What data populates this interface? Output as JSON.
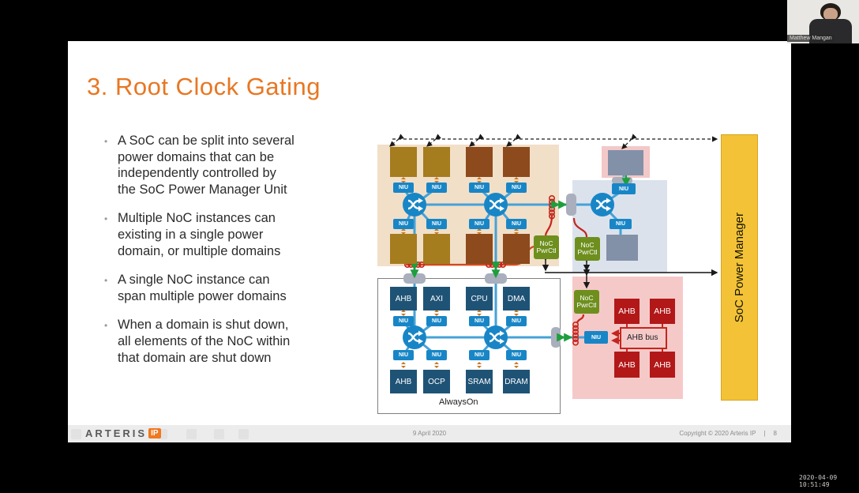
{
  "window": {
    "participant_name": "Matthew Mangan",
    "timestamp_overlay": "2020-04-09 10:51:49"
  },
  "slide": {
    "title": "3. Root Clock Gating",
    "bullets": [
      "A SoC can be split into several power domains that can be independently controlled by the SoC Power Manager Unit",
      "Multiple NoC instances can existing in a single power domain, or multiple domains",
      "A single NoC instance can span multiple power domains",
      "When a domain is shut down, all elements of the NoC within that domain are shut down"
    ],
    "footer": {
      "logo_text": "ARTERIS",
      "logo_badge": "IP",
      "date": "9 April 2020",
      "copyright": "Copyright © 2020 Arteris IP",
      "separator": "|",
      "page_number": "8"
    }
  },
  "diagram": {
    "labels": {
      "niu": "NIU",
      "pwrctl_line1": "NoC",
      "pwrctl_line2": "PwrCtl",
      "soc_power_manager": "SoC Power Manager"
    },
    "always_on": {
      "label": "AlwaysOn",
      "top_row": [
        "AHB",
        "AXI",
        "CPU",
        "DMA"
      ],
      "bottom_row": [
        "AHB",
        "OCP",
        "SRAM",
        "DRAM"
      ]
    },
    "ahb_domain": {
      "bus_label": "AHB bus",
      "blocks": [
        "AHB",
        "AHB",
        "AHB",
        "AHB"
      ]
    },
    "icons": {
      "switch": "crossbar-shuffle-icon",
      "clock_gate": "red-coil-icon",
      "power_link": "double-arrow-icon"
    },
    "colors": {
      "title_orange": "#E87722",
      "tan_domain": "#F2DFC8",
      "olive_block": "#A57C1E",
      "brown_block": "#8C4A1D",
      "niu_blue": "#1886C6",
      "steel_block": "#1F5376",
      "pink_domain": "#F6C9C9",
      "red_block": "#B21818",
      "pwrctl_green": "#6E8F1E",
      "gold_bar": "#F3C237",
      "blue_line": "#45A2D8",
      "red_line": "#C4261C",
      "green_arrow": "#1E9E3C",
      "slate_block": "#8291A8",
      "bluegray_domain": "#DCE2EC"
    }
  }
}
